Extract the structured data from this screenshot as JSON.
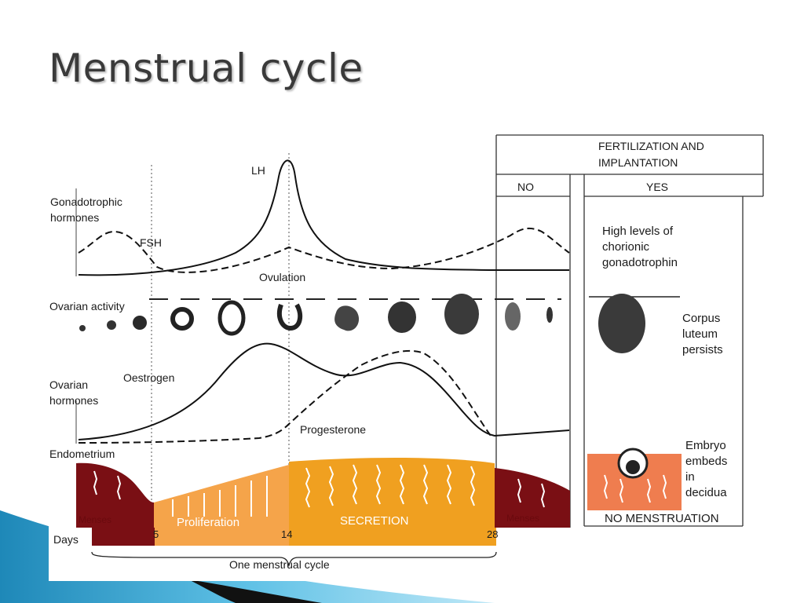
{
  "slide": {
    "title": "Menstrual cycle"
  },
  "fertilization": {
    "header": "FERTILIZATION AND IMPLANTATION",
    "no": "NO",
    "yes": "YES"
  },
  "hormones": {
    "section": "Gonadotrophic hormones",
    "lh": "LH",
    "fsh": "FSH",
    "ovulation": "Ovulation"
  },
  "ovary": {
    "section": "Ovarian activity"
  },
  "ovarian_hormones": {
    "section": "Ovarian hormones",
    "oestrogen": "Oestrogen",
    "progesterone": "Progesterone"
  },
  "endometrium": {
    "section": "Endometrium",
    "phase_menses_1": "Menses",
    "phase_proliferation": "Proliferation",
    "phase_secretion": "SECRETION",
    "phase_menses_2": "Menses"
  },
  "days": {
    "label": "Days",
    "d5": "5",
    "d14": "14",
    "d28": "28",
    "cycle": "One menstrual cycle"
  },
  "pregnancy": {
    "hcg": "High levels of chorionic gonadotrophin",
    "corpus": "Corpus luteum persists",
    "embryo": "Embryo embeds in decidua",
    "no_menstruation": "NO MENSTRUATION"
  },
  "colors": {
    "menses": "#7a0f14",
    "secretion": "#f0a020",
    "proliferation": "#f5a44a",
    "decidua": "#ef7d4f"
  }
}
